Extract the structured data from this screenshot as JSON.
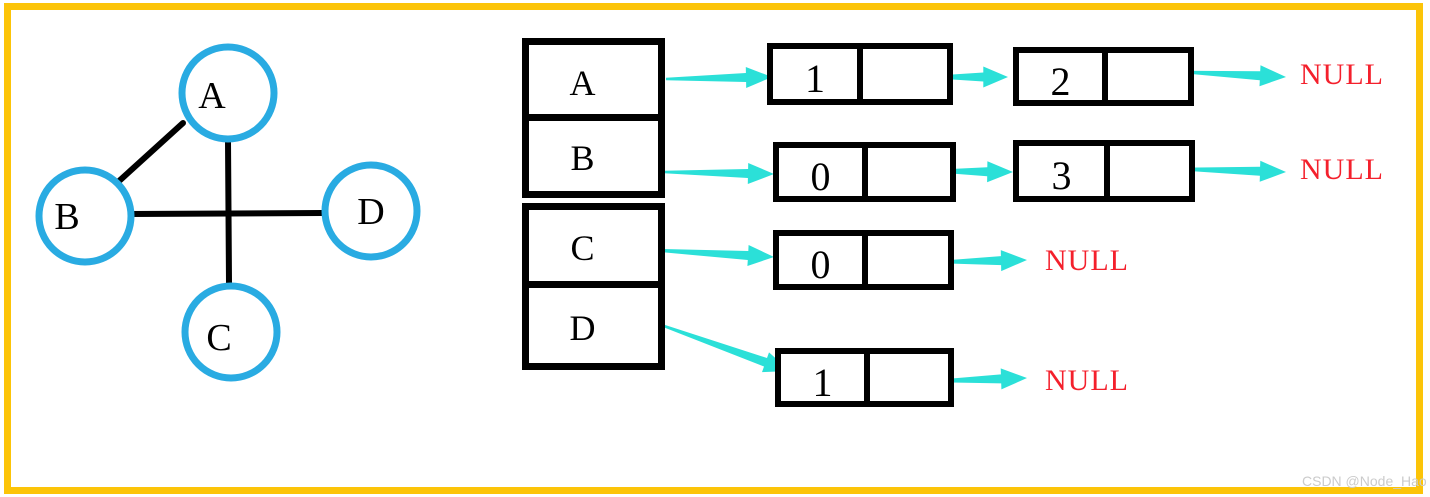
{
  "graph": {
    "nodes": [
      {
        "label": "A"
      },
      {
        "label": "B"
      },
      {
        "label": "C"
      },
      {
        "label": "D"
      }
    ],
    "edges": [
      "A-B",
      "A-C",
      "B-D"
    ]
  },
  "adjacency_list": {
    "array": [
      "A",
      "B",
      "C",
      "D"
    ],
    "rows": [
      {
        "vertex": "A",
        "nodes": [
          {
            "value": "1"
          },
          {
            "value": "2"
          }
        ],
        "terminator": "NULL"
      },
      {
        "vertex": "B",
        "nodes": [
          {
            "value": "0"
          },
          {
            "value": "3"
          }
        ],
        "terminator": "NULL"
      },
      {
        "vertex": "C",
        "nodes": [
          {
            "value": "0"
          }
        ],
        "terminator": "NULL"
      },
      {
        "vertex": "D",
        "nodes": [
          {
            "value": "1"
          }
        ],
        "terminator": "NULL"
      }
    ]
  },
  "colors": {
    "frame_border": "#FCC408",
    "graph_node_stroke": "#29ABE2",
    "arrow": "#2BE0D8",
    "null_text": "#F4202C",
    "line": "#000000",
    "watermark": "#CBCBCB"
  },
  "watermark": "CSDN @Node_Hao"
}
